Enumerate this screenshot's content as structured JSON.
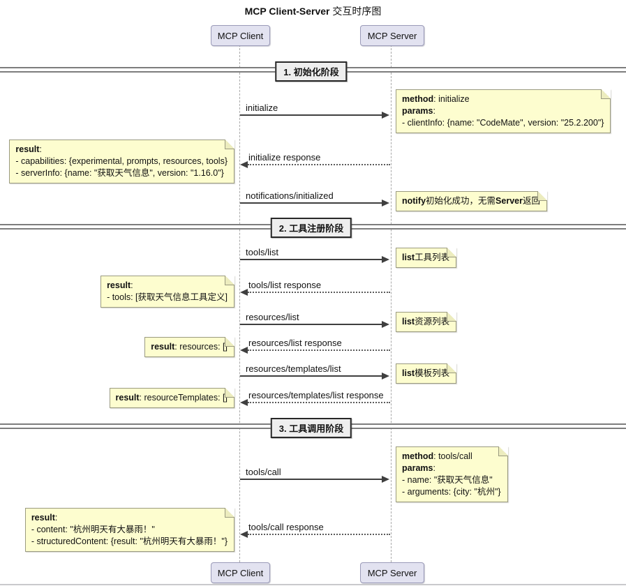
{
  "title": {
    "bold": "MCP Client-Server",
    "normal": " 交互时序图"
  },
  "participants": {
    "client": "MCP Client",
    "server": "MCP Server"
  },
  "dividers": {
    "d1": "1. 初始化阶段",
    "d2": "2. 工具注册阶段",
    "d3": "3. 工具调用阶段"
  },
  "messages": {
    "m1": "initialize",
    "m2": "initialize response",
    "m3": "notifications/initialized",
    "m4": "tools/list",
    "m5": "tools/list response",
    "m6": "resources/list",
    "m7": "resources/list response",
    "m8": "resources/templates/list",
    "m9": "resources/templates/list response",
    "m10": "tools/call",
    "m11": "tools/call response"
  },
  "notes": {
    "r1": {
      "l1b": "method",
      "l1": ": initialize",
      "l2b": "params",
      "l2": ":",
      "l3": "- clientInfo: {name: \"CodeMate\", version: \"25.2.200\"}"
    },
    "r2": {
      "p1b": "notify",
      "p2": "初始化成功，无需",
      "p3b": "Server",
      "p4": "返回"
    },
    "r3": {
      "b": "list",
      "t": "工具列表"
    },
    "r4": {
      "b": "list",
      "t": "资源列表"
    },
    "r5": {
      "b": "list",
      "t": "模板列表"
    },
    "r6": {
      "l1b": "method",
      "l1": ": tools/call",
      "l2b": "params",
      "l2": ":",
      "l3": "- name: \"获取天气信息\"",
      "l4": "- arguments: {city: \"杭州\"}"
    },
    "L1": {
      "l1b": "result",
      "l1": ":",
      "l2": "- capabilities: {experimental, prompts, resources, tools}",
      "l3": "- serverInfo: {name: \"获取天气信息\", version: \"1.16.0\"}"
    },
    "L2": {
      "l1b": "result",
      "l1": ":",
      "l2": "- tools: [获取天气信息工具定义]"
    },
    "L3": {
      "b": "result",
      "t": ": resources: []"
    },
    "L4": {
      "b": "result",
      "t": ": resourceTemplates: []"
    },
    "L5": {
      "l1b": "result",
      "l1": ":",
      "l2": "- content: \"杭州明天有大暴雨！\"",
      "l3": "- structuredContent: {result: \"杭州明天有大暴雨！\"}"
    }
  },
  "colors": {
    "note_bg": "#FDFDCF",
    "note_border": "#9A9A80",
    "participant_bg": "#E2E2F0",
    "participant_border": "#9A9AB8",
    "divider_box_bg": "#EEEEEE",
    "arrow_line": "#3F3F3F",
    "lifeline": "#A8A8A8"
  }
}
